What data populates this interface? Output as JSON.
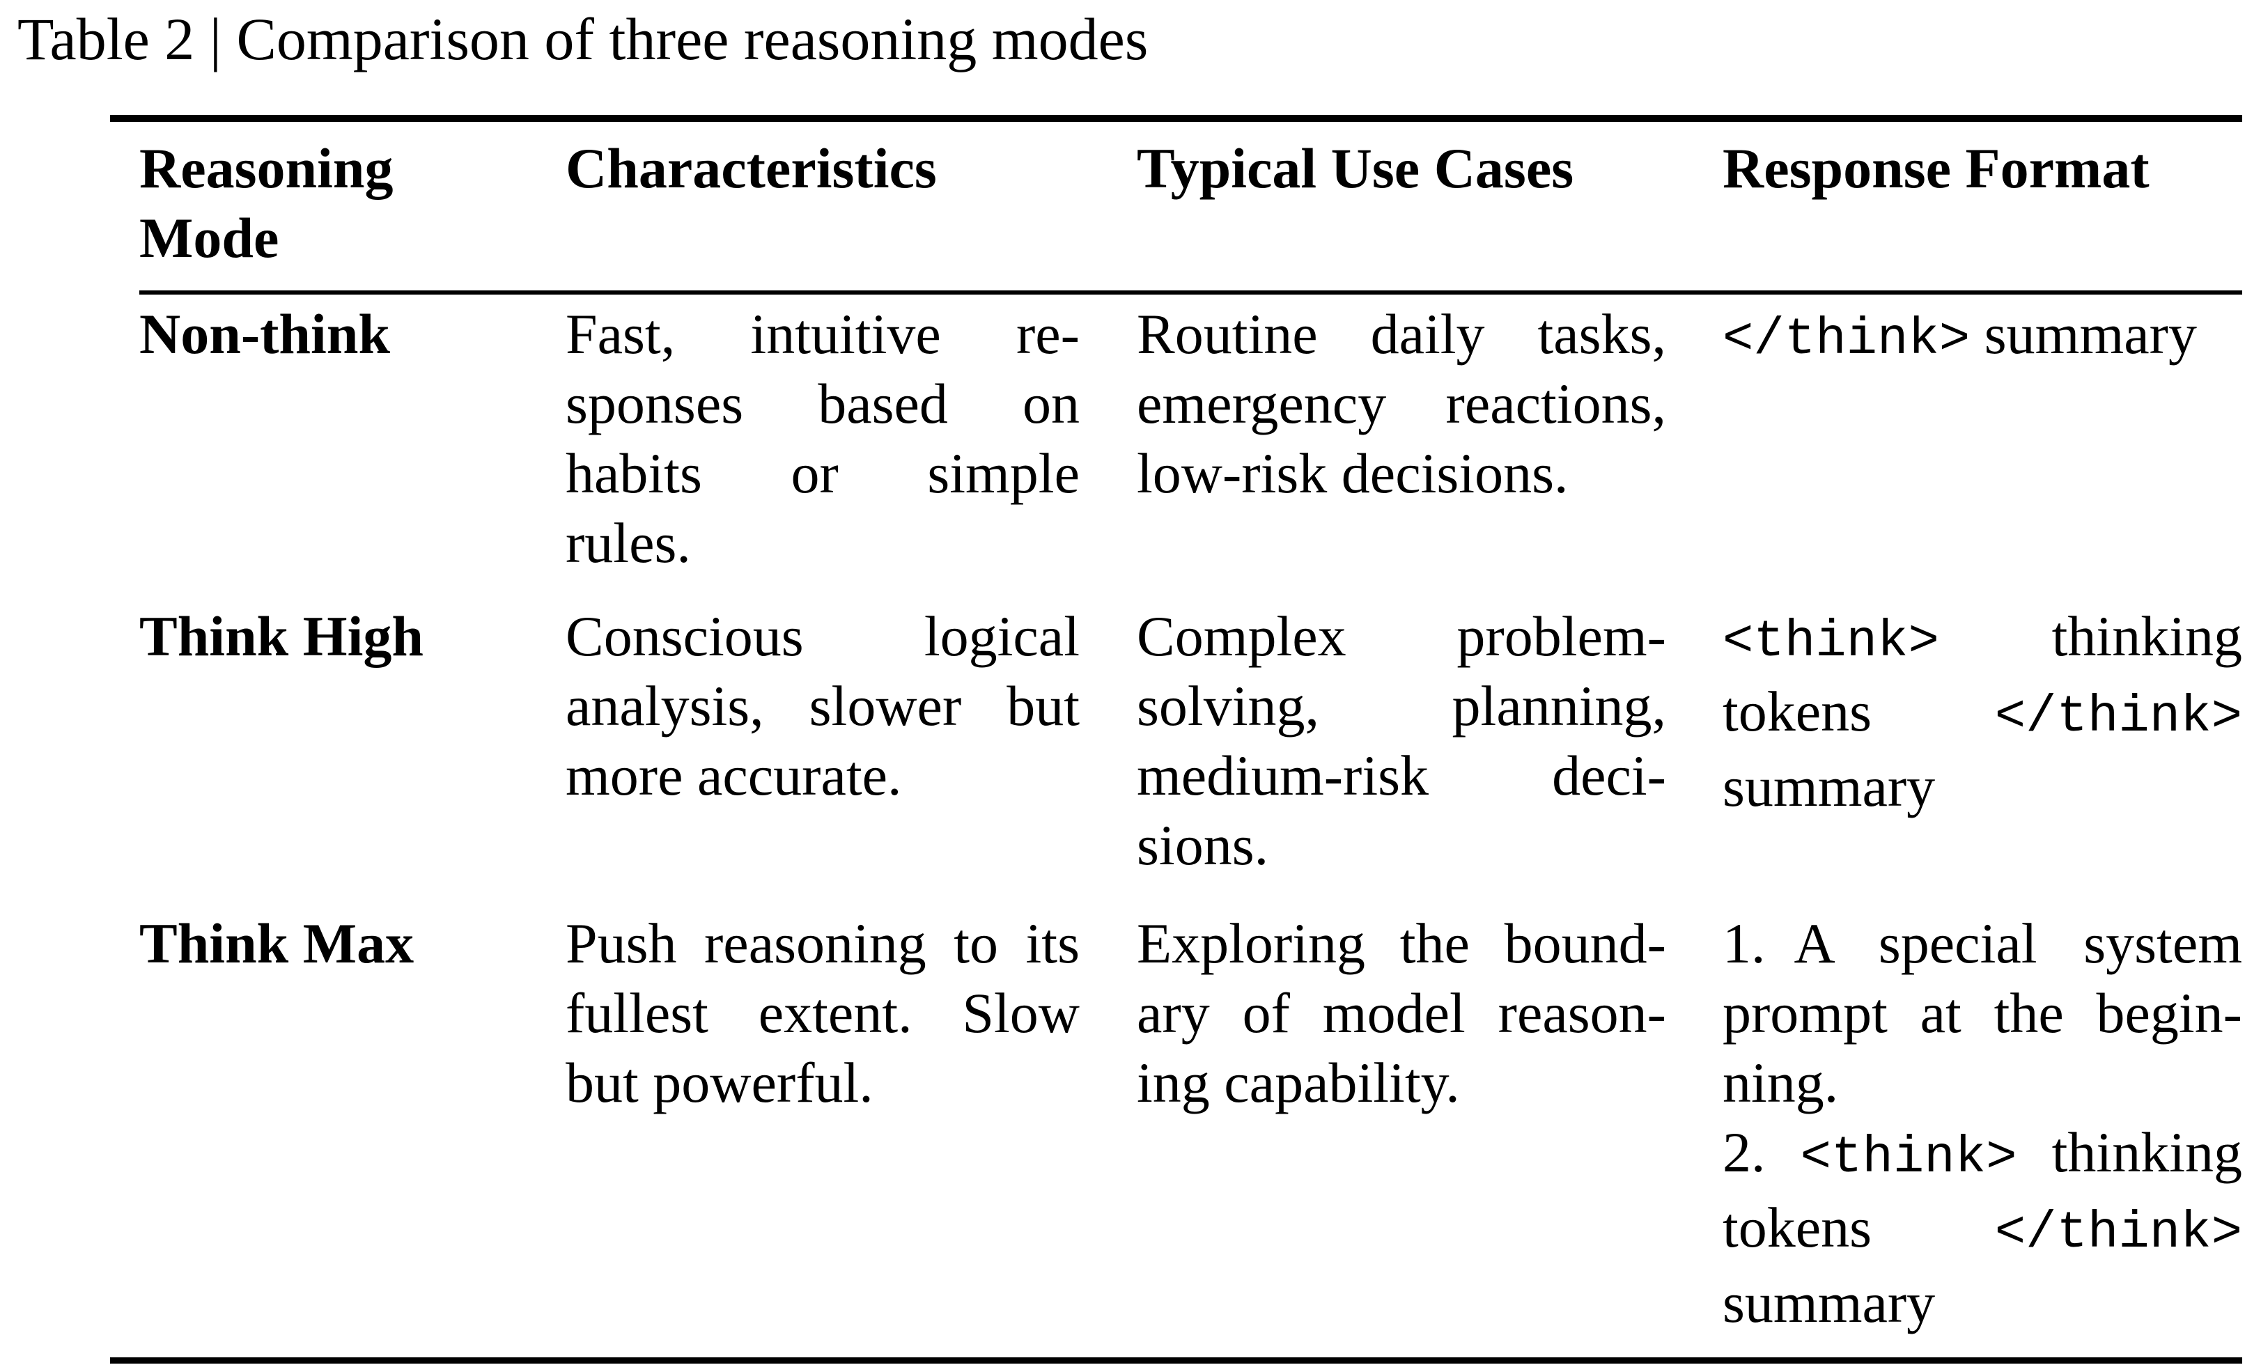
{
  "title": "Table 2 | Comparison of three reasoning modes",
  "colors": {
    "background": "#ffffff",
    "text": "#000000",
    "rules": "#000000"
  },
  "table": {
    "header": {
      "mode": [
        "Reasoning",
        "Mode"
      ],
      "characteristics": [
        "Characteristics"
      ],
      "use_cases": [
        "Typical Use Cases"
      ],
      "response_format": [
        "Response Format"
      ]
    },
    "rows": [
      {
        "mode": "Non-think",
        "characteristics": [
          "Fast, intuitive re-",
          "sponses based on",
          "habits or simple",
          "rules."
        ],
        "use_cases": [
          "Routine daily tasks,",
          "emergency reactions,",
          "low-risk decisions."
        ],
        "response_format": [
          [
            {
              "mono": "</think>"
            },
            " summary"
          ]
        ]
      },
      {
        "mode": "Think High",
        "characteristics": [
          "Conscious logical",
          "analysis, slower but",
          "more accurate."
        ],
        "use_cases": [
          "Complex problem-",
          "solving, planning,",
          "medium-risk deci-",
          "sions."
        ],
        "response_format": [
          [
            {
              "mono": "<think>"
            },
            " thinking"
          ],
          [
            "tokens ",
            {
              "mono": "</think>"
            }
          ],
          [
            "summary"
          ]
        ]
      },
      {
        "mode": "Think Max",
        "characteristics": [
          "Push reasoning to its",
          "fullest extent. Slow",
          "but powerful."
        ],
        "use_cases": [
          "Exploring the bound-",
          "ary of model reason-",
          "ing capability."
        ],
        "response_format": [
          [
            "1. A special system"
          ],
          [
            "prompt at the begin-"
          ],
          [
            "ning."
          ],
          [
            "2. ",
            {
              "mono": "<think>"
            },
            " thinking"
          ],
          [
            "tokens ",
            {
              "mono": "</think>"
            }
          ],
          [
            "summary"
          ]
        ]
      }
    ]
  }
}
